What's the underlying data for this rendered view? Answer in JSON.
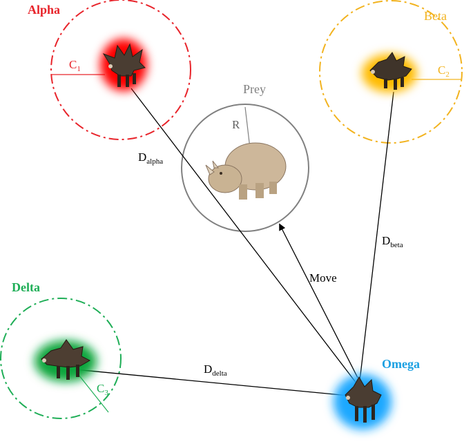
{
  "wolves": {
    "alpha": {
      "label": "Alpha",
      "color": "#e8242b",
      "radius_label": "C",
      "radius_sub": "1",
      "glow": "#ff0000"
    },
    "beta": {
      "label": "Beta",
      "color": "#f2b31f",
      "radius_label": "C",
      "radius_sub": "2",
      "glow": "#ffbb00"
    },
    "delta": {
      "label": "Delta",
      "color": "#1fae57",
      "radius_label": "C",
      "radius_sub": "3",
      "glow": "#0aa63c"
    },
    "omega": {
      "label": "Omega",
      "color": "#1ba0e2",
      "glow": "#1ea8ff"
    }
  },
  "prey": {
    "label": "Prey",
    "radius_label": "R",
    "color": "#808080"
  },
  "distances": {
    "alpha": {
      "main": "D",
      "sub": "alpha"
    },
    "beta": {
      "main": "D",
      "sub": "beta"
    },
    "delta": {
      "main": "D",
      "sub": "delta"
    }
  },
  "move_label": "Move",
  "line_color": "#000000"
}
